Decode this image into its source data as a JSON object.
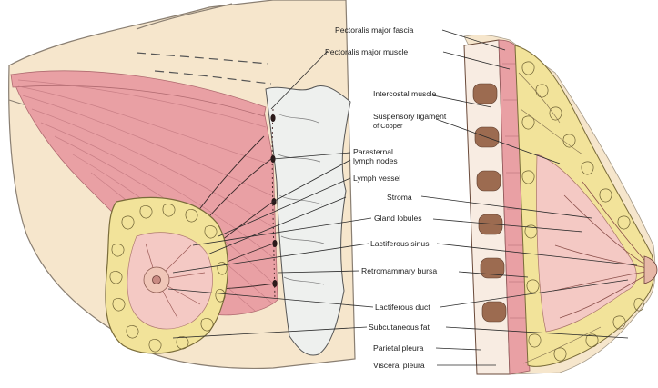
{
  "labels": {
    "pectoralis_major_fascia": "Pectoralis major fascia",
    "pectoralis_major_muscle": "Pectoralis major muscle",
    "intercostal_muscle": "Intercostal muscle",
    "suspensory_ligament": "Suspensory ligament",
    "suspensory_ligament_sub": "of Cooper",
    "parasternal_1": "Parasternal",
    "parasternal_2": "lymph nodes",
    "lymph_vessel": "Lymph vessel",
    "stroma": "Stroma",
    "gland_lobules": "Gland lobules",
    "lactiferous_sinus": "Lactiferous sinus",
    "retromammary_bursa": "Retromammary bursa",
    "lactiferous_duct": "Lactiferous duct",
    "subcutaneous_fat": "Subcutaneous fat",
    "parietal_pleura": "Parietal pleura",
    "visceral_pleura": "Visceral pleura"
  },
  "colors": {
    "skin": "#f6e6cc",
    "skin_outline": "#8a7f72",
    "muscle": "#e9a0a4",
    "muscle_fiber": "#c97f86",
    "fat": "#f2e39a",
    "fat_outline": "#7a6c3a",
    "sternum": "#eef0ee",
    "sternum_outline": "#555555",
    "tissue_pink": "#f4c9c4",
    "bone_brown": "#9c6b50"
  }
}
